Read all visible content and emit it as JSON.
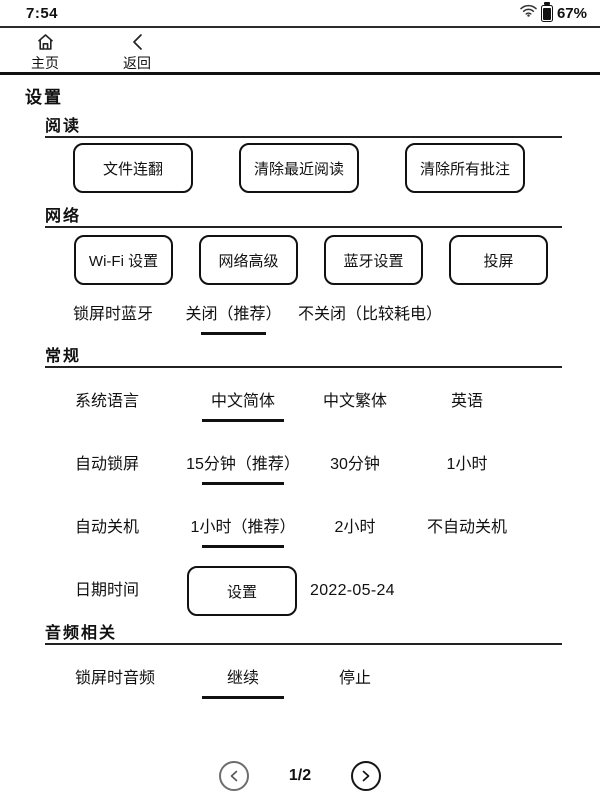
{
  "status_bar": {
    "time": "7:54",
    "battery_percent": "67%"
  },
  "nav_bar": {
    "home_label": "主页",
    "back_label": "返回"
  },
  "page": {
    "title": "设置"
  },
  "sections": {
    "reading": {
      "heading": "阅读",
      "buttons": [
        "文件连翻",
        "清除最近阅读",
        "清除所有批注"
      ]
    },
    "network": {
      "heading": "网络",
      "buttons": [
        "Wi-Fi 设置",
        "网络高级",
        "蓝牙设置",
        "投屏"
      ],
      "bluetooth_row": {
        "label": "锁屏时蓝牙",
        "options": [
          {
            "label": "关闭（推荐）",
            "selected": true
          },
          {
            "label": "不关闭（比较耗电）",
            "selected": false
          }
        ]
      }
    },
    "general": {
      "heading": "常规",
      "rows": [
        {
          "label": "系统语言",
          "options": [
            {
              "label": "中文简体",
              "selected": true
            },
            {
              "label": "中文繁体",
              "selected": false
            },
            {
              "label": "英语",
              "selected": false
            }
          ]
        },
        {
          "label": "自动锁屏",
          "options": [
            {
              "label": "15分钟（推荐）",
              "selected": true
            },
            {
              "label": "30分钟",
              "selected": false
            },
            {
              "label": "1小时",
              "selected": false
            }
          ]
        },
        {
          "label": "自动关机",
          "options": [
            {
              "label": "1小时（推荐）",
              "selected": true
            },
            {
              "label": "2小时",
              "selected": false
            },
            {
              "label": "不自动关机",
              "selected": false
            }
          ]
        }
      ],
      "datetime_row": {
        "label": "日期时间",
        "button": "设置",
        "value": "2022-05-24"
      }
    },
    "audio": {
      "heading": "音频相关",
      "row": {
        "label": "锁屏时音频",
        "options": [
          {
            "label": "继续",
            "selected": true
          },
          {
            "label": "停止",
            "selected": false
          }
        ]
      }
    }
  },
  "pagination": {
    "current": "1/2"
  }
}
